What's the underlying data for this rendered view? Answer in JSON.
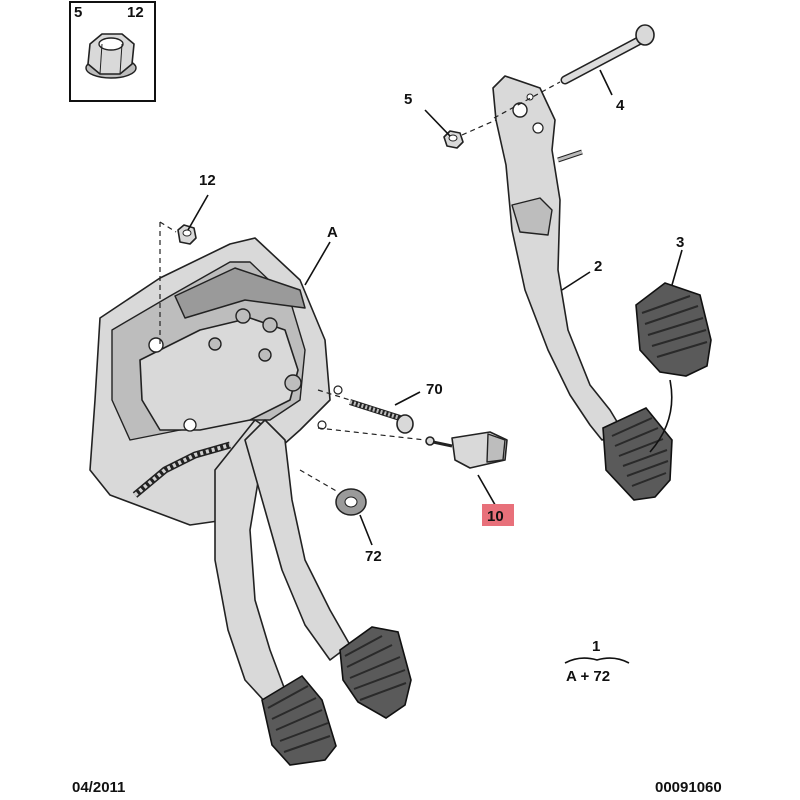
{
  "inset_box": {
    "label_left": "5",
    "label_right": "12"
  },
  "callouts": {
    "c5": "5",
    "c4": "4",
    "c12": "12",
    "cA": "A",
    "c2": "2",
    "c3": "3",
    "c70": "70",
    "c10": "10",
    "c72": "72"
  },
  "assembly_note": {
    "number": "1",
    "formula": "A + 72"
  },
  "footer": {
    "date": "04/2011",
    "reference": "00091060"
  },
  "colors": {
    "highlight": "#e8707a",
    "part": "#d9d9d9",
    "pad": "#5a5a5a"
  }
}
